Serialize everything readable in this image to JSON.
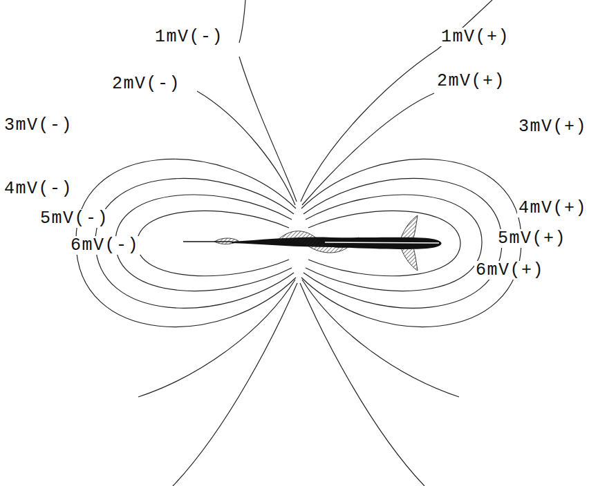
{
  "diagram": {
    "labels": [
      "1mV(-)",
      "1mV(+)",
      "2mV(-)",
      "2mV(+)",
      "3mV(-)",
      "3mV(+)",
      "4mV(-)",
      "4mV(+)",
      "5mV(-)",
      "5mV(+)",
      "6mV(-)",
      "6mV(+)"
    ]
  }
}
